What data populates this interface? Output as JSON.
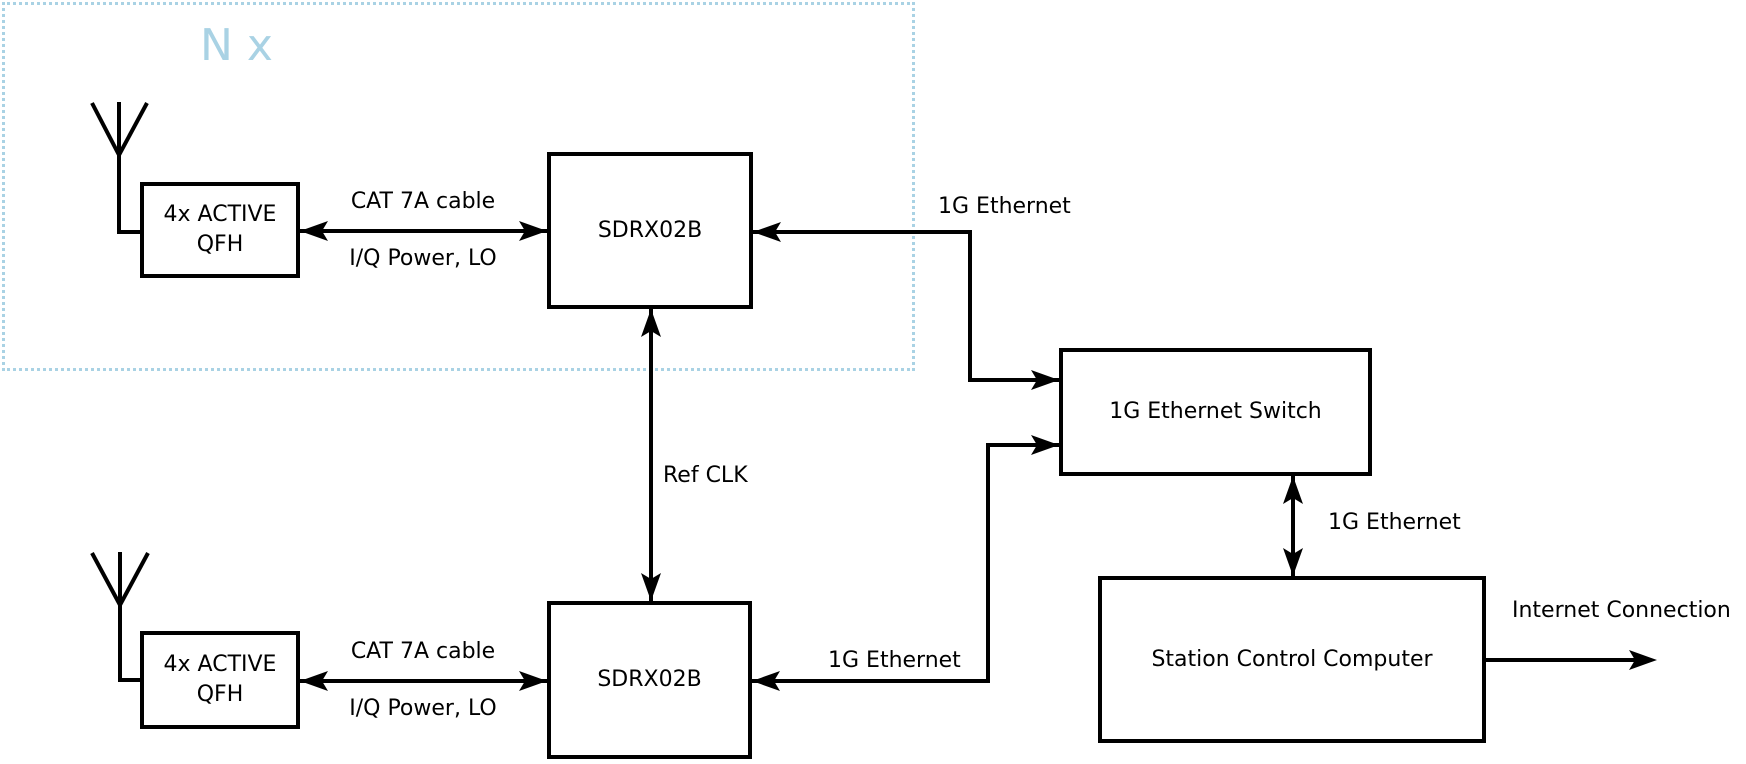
{
  "diagram": {
    "group": {
      "label": "N x"
    },
    "nodes": {
      "qfh_top": {
        "label": "4x ACTIVE\nQFH"
      },
      "sdrx_top": {
        "label": "SDRX02B"
      },
      "qfh_bottom": {
        "label": "4x ACTIVE\nQFH"
      },
      "sdrx_bottom": {
        "label": "SDRX02B"
      },
      "switch": {
        "label": "1G Ethernet Switch"
      },
      "computer": {
        "label": "Station Control Computer"
      }
    },
    "edges": {
      "cat7a_top": {
        "label": "CAT 7A cable",
        "sublabel": "I/Q Power, LO"
      },
      "cat7a_bottom": {
        "label": "CAT 7A cable",
        "sublabel": "I/Q Power, LO"
      },
      "refclk": {
        "label": "Ref CLK"
      },
      "eth_top": {
        "label": "1G Ethernet"
      },
      "eth_bottom": {
        "label": "1G Ethernet"
      },
      "eth_switch_computer": {
        "label": "1G Ethernet"
      },
      "internet": {
        "label": "Internet Connection"
      }
    },
    "colors": {
      "accent": "#a9d2e4",
      "stroke": "#000000",
      "background": "#ffffff"
    }
  }
}
